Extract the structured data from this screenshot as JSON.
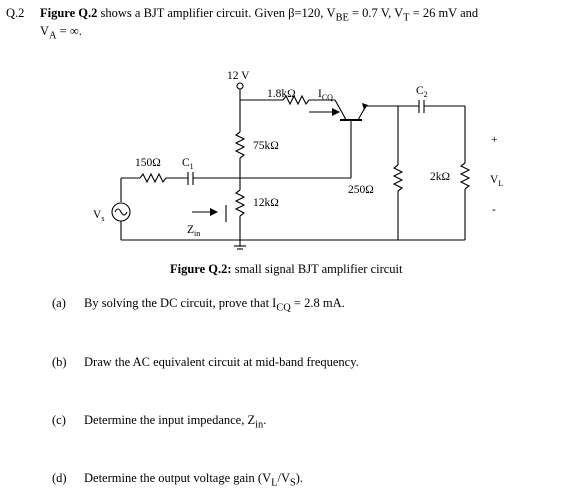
{
  "question": {
    "number": "Q.2",
    "figure_ref": "Figure Q.2",
    "intro_rest": " shows a BJT amplifier circuit. Given β=120, V",
    "vbe_sub": "BE",
    "vbe_val": " = 0.7 V, V",
    "vt_sub": "T",
    "vt_val": " = 26 mV and",
    "va_main": "V",
    "va_sub": "A",
    "va_val": " = ∞."
  },
  "circuit": {
    "supply": "12 V",
    "rc": "1.8kΩ",
    "icq": "I",
    "icq_sub": "CQ",
    "r1": "75kΩ",
    "r2": "12kΩ",
    "rs": "150Ω",
    "c1": "C",
    "c1_sub": "1",
    "c2": "C",
    "c2_sub": "2",
    "re": "250Ω",
    "rl": "2kΩ",
    "vs": "V",
    "vs_sub": "s",
    "vl": "V",
    "vl_sub": "L",
    "zin": "Z",
    "zin_sub": "in",
    "plus": "+",
    "minus": "-"
  },
  "caption": {
    "bold": "Figure Q.2:",
    "text": " small signal BJT amplifier circuit"
  },
  "parts": [
    {
      "label": "(a)",
      "text": "By solving the DC circuit, prove that I",
      "sub": "CQ",
      "tail": " = 2.8 mA."
    },
    {
      "label": "(b)",
      "text": "Draw the AC equivalent circuit at mid-band frequency."
    },
    {
      "label": "(c)",
      "text": "Determine the input impedance, Z",
      "sub": "in",
      "tail": "."
    },
    {
      "label": "(d)",
      "text": "Determine the output voltage gain (V",
      "sub": "L",
      "tail": "/V",
      "sub2": "S",
      "tail2": ")."
    }
  ]
}
